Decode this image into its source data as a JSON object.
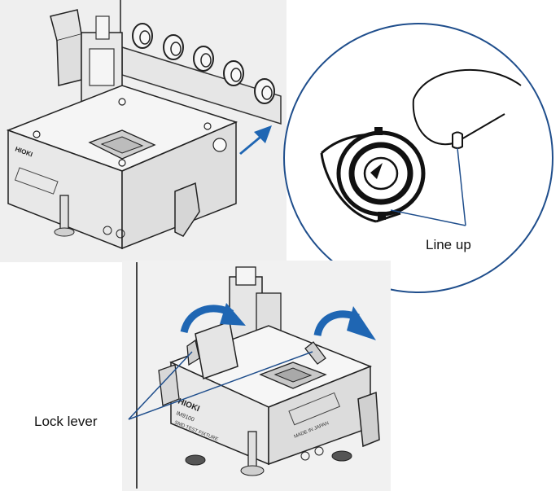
{
  "labels": {
    "line_up": "Line up",
    "lock_lever": "Lock lever"
  },
  "fixture": {
    "brand": "HIOKI",
    "model": "IM9100",
    "name": "SMD TEST FIXTURE",
    "made_in": "MADE IN JAPAN"
  },
  "colors": {
    "callout": "#1f4e8c",
    "arrow": "#1f66b3",
    "line": "#222222"
  }
}
